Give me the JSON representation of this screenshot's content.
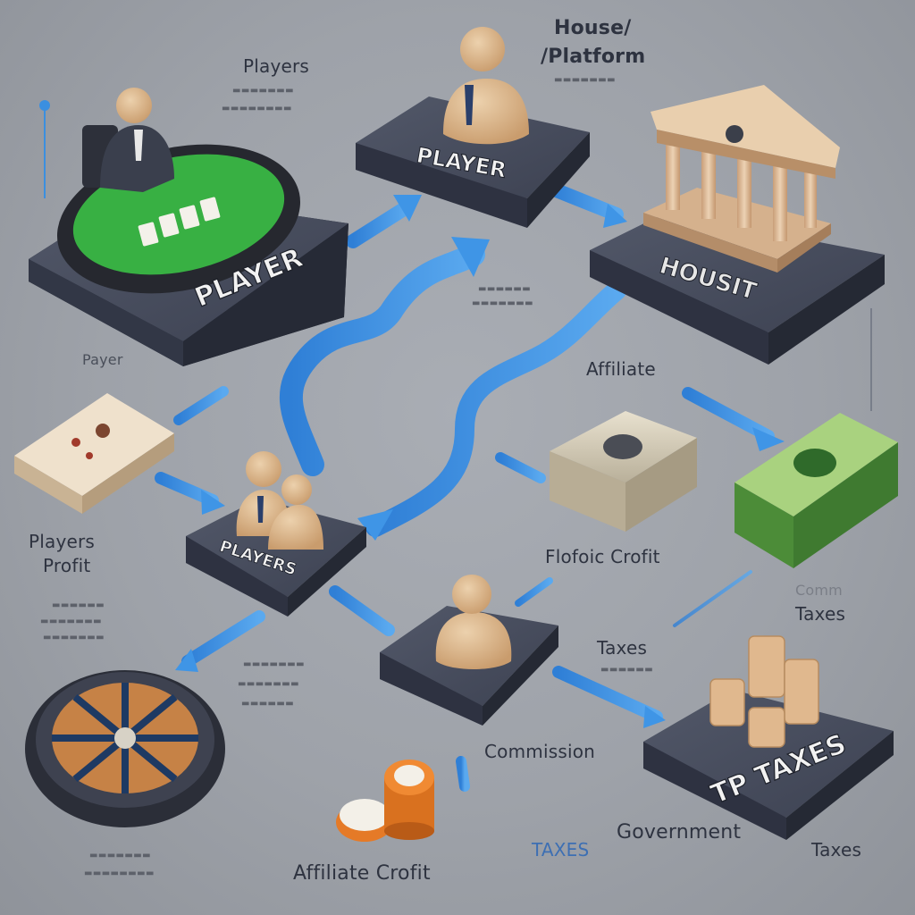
{
  "platform_labels": {
    "player_top": "PLAYER",
    "player_left": "PLAYER",
    "house": "HOUSIT",
    "players_center": "PLAYERS",
    "taxes_tile": "TP TAXES"
  },
  "text_labels": {
    "players_top": "Players",
    "house_platform_line1": "House/",
    "house_platform_line2": "/Platform",
    "payer": "Payer",
    "affiliate": "Affiliate",
    "players_profit_line1": "Players",
    "players_profit_line2": "Profit",
    "flofoic_profit": "Flofoic Crofit",
    "comm": "Comm",
    "taxes_right": "Taxes",
    "taxes_mid": "Taxes",
    "commission": "Commission",
    "taxes_blue": "TAXES",
    "government": "Government",
    "taxes_bottom": "Taxes",
    "affiliate_profit": "Affiliate Crofit"
  },
  "colors": {
    "tile_top": "#454a5a",
    "tile_side": "#2d3140",
    "flow_blue": "#3b8fe0",
    "felt_green": "#38b043",
    "bill_green": "#4e9a3b",
    "figure_skin": "#d9b48a"
  }
}
